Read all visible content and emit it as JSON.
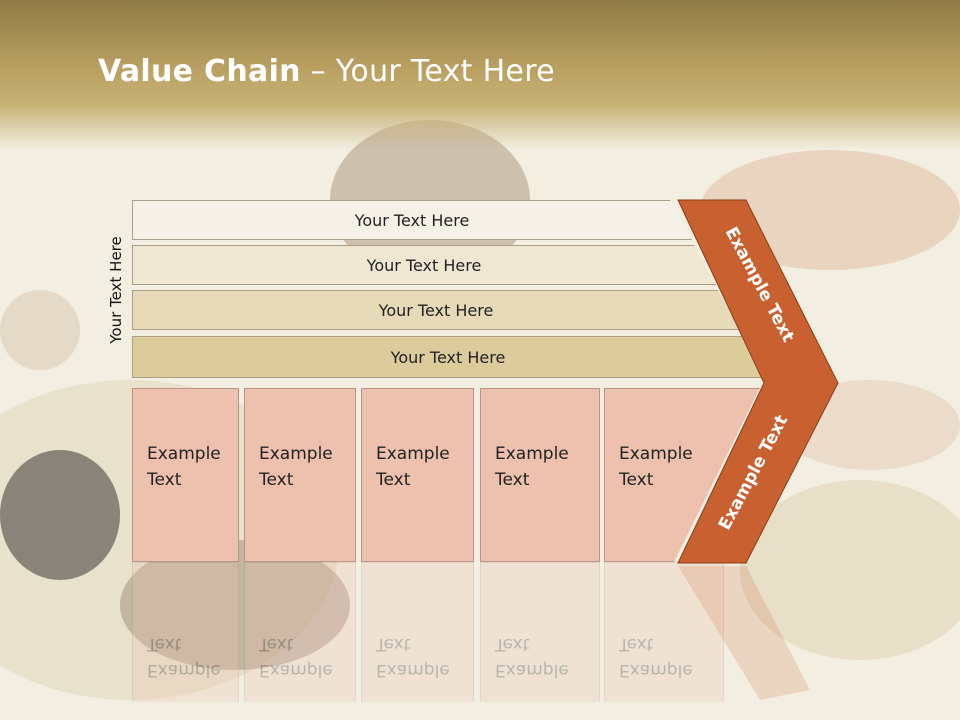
{
  "title": {
    "bold": "Value Chain",
    "rest": " – Your Text Here"
  },
  "vertical_label": "Your Text Here",
  "rows": [
    {
      "label": "Your Text Here"
    },
    {
      "label": "Your Text Here"
    },
    {
      "label": "Your Text Here"
    },
    {
      "label": "Your Text Here"
    }
  ],
  "boxes": [
    {
      "line1": "Example",
      "line2": "Text"
    },
    {
      "line1": "Example",
      "line2": "Text"
    },
    {
      "line1": "Example",
      "line2": "Text"
    },
    {
      "line1": "Example",
      "line2": "Text"
    },
    {
      "line1": "Example",
      "line2": "Text"
    }
  ],
  "chevron": {
    "upper_label": "Example Text",
    "lower_label": "Example Text"
  },
  "colors": {
    "header": "#b9a061",
    "chevron": "#c8602f",
    "box": "#edc1ad"
  }
}
